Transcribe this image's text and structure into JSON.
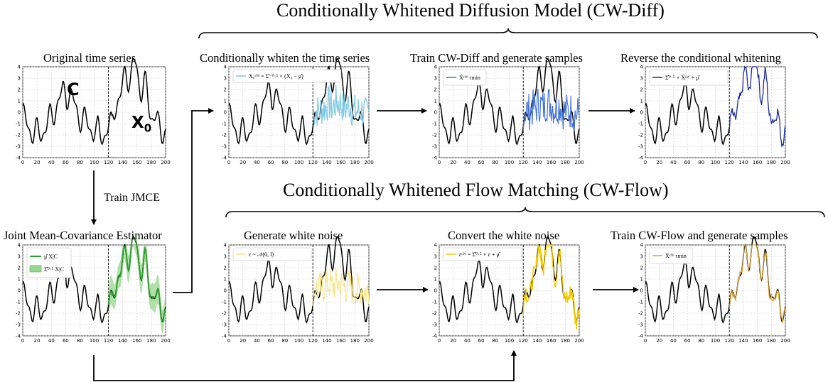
{
  "titles": {
    "cw_diff": "Conditionally Whitened Diffusion Model (CW-Diff)",
    "cw_flow": "Conditionally Whitened Flow Matching (CW-Flow)",
    "original": "Original time series",
    "whiten": "Conditionally whiten the time series",
    "train_diff": "Train CW-Diff and generate samples",
    "reverse": "Reverse the conditional whitening",
    "jmce": "Joint Mean-Covariance Estimator",
    "white_noise": "Generate white noise",
    "convert": "Convert the white noise",
    "train_flow": "Train CW-Flow and generate samples"
  },
  "arrow_labels": {
    "train_jmce": "Train JMCE"
  },
  "plot_labels": {
    "C": "C",
    "X0": "X",
    "X0_sub": "0"
  },
  "legends": {
    "whiten": "X₀ᶜᵂ = Σ̂⁻⁰·⁵ ∘ (X₀ − μ̂)",
    "train_diff": "X̄ᶜᵂ τmin",
    "reverse": "Σ̂⁰·⁵ ∘ X̄ᶜᵂ + μ̂",
    "jmce_mean": "μ̂ X|C",
    "jmce_cov": "Σ̂⁰·⁵ X|C",
    "white_noise": "ε ~ 𝒩(0, I)",
    "convert": "εᶜᵂ = Σ̂⁰·⁵ ∘ ε + μ̂",
    "train_flow": "X̄ᶜᵂ τmin"
  },
  "axes": {
    "x_ticks": [
      "0",
      "20",
      "40",
      "60",
      "80",
      "100",
      "120",
      "140",
      "160",
      "180",
      "200"
    ],
    "y_ticks": [
      "4",
      "3",
      "2",
      "1",
      "0",
      "-1",
      "-2",
      "-3",
      "-4"
    ],
    "xlim": [
      0,
      200
    ],
    "ylim": [
      -4,
      4
    ],
    "split_at": 120
  },
  "colors": {
    "base": "#000000",
    "light_blue": "#7ec8e3",
    "mid_blue": "#3e6fd6",
    "dark_blue": "#1a2a9c",
    "green": "#2ca02c",
    "green_fill": "#98d68f",
    "pale_yellow": "#f6e48a",
    "yellow": "#f5cc00",
    "gold": "#d9a52f"
  }
}
